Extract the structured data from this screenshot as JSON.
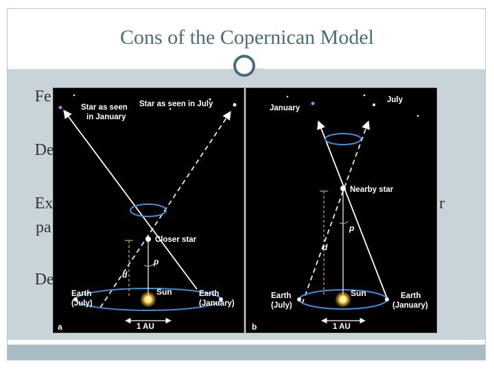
{
  "slide": {
    "title": "Cons of the Copernican Model",
    "bullets": [
      {
        "mark": "",
        "text": "Fe"
      },
      {
        "mark": "",
        "text": "De"
      },
      {
        "mark": "",
        "text": "Ex",
        "trail": "r"
      },
      {
        "text": "pa"
      },
      {
        "mark": "",
        "text": "De"
      }
    ]
  },
  "figure": {
    "panel_a": {
      "letter": "a",
      "labels": {
        "star_january": [
          "Star as seen",
          "in January"
        ],
        "star_july": "Star as seen in July",
        "closer_star": "Closer star",
        "sun": "Sun",
        "earth_july": [
          "Earth",
          "(July)"
        ],
        "earth_january": [
          "Earth",
          "(January)"
        ],
        "au": "1 AU",
        "p": "p",
        "d": "d"
      }
    },
    "panel_b": {
      "letter": "b",
      "labels": {
        "january": "January",
        "july": "July",
        "nearby_star": "Nearby star",
        "sun": "Sun",
        "earth_july": [
          "Earth",
          "(July)"
        ],
        "earth_january": [
          "Earth",
          "(January)"
        ],
        "au": "1 AU",
        "p": "p",
        "d": "d"
      }
    },
    "colors": {
      "orbit": "#3d8fe0",
      "sun": "#f4c030",
      "star_purple": "#c870e6",
      "line": "#ffffff",
      "dash": "#f0ece0",
      "accent": "#e0a830"
    }
  }
}
